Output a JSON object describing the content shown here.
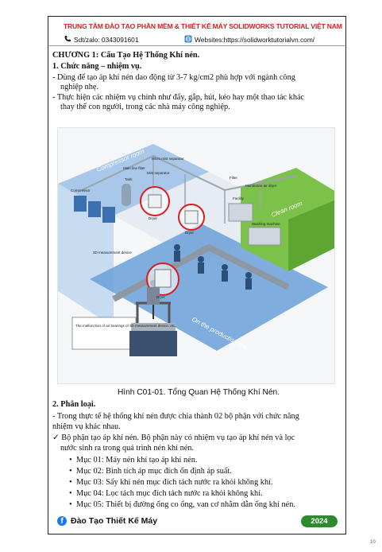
{
  "header": {
    "title": "TRUNG TÂM ĐÀO TẠO PHẦN MỀM & THIẾT KẾ MÁY SOLIDWORKS TUTORIAL VIỆT NAM",
    "phone": "Sdt/zalo: 0343091601",
    "website": "Websites:https://solidworktutorialvn.com/"
  },
  "chapter_title": "CHƯƠNG 1: Cấu Tạo Hệ Thống Khí nén.",
  "section1": {
    "heading": "1. Chức năng – nhiệm vụ.",
    "items": [
      "- Dùng để tạo áp khí nén dao động từ 3-7 kg/cm2 phù hợp với ngành công",
      "nghiệp nhẹ.",
      "- Thực hiện các nhiệm vụ chính như đẩy, gắp, hút, kéo hay một thao tác khác",
      "thay thế con người, trong các nhà máy công nghiệp."
    ]
  },
  "figure": {
    "labels": {
      "compressor_room": "Compressor room",
      "clean_room": "Clean room",
      "production_line": "On the production line",
      "compressor": "Compressor",
      "tank": "Tank",
      "main_line_filter": "Main line filter",
      "micro_mist": "Micro mist separator",
      "mist_sep": "Mist separator",
      "filter": "Filter",
      "membrane": "Membrane air dryer",
      "facility": "Facility",
      "washing": "Washing machine",
      "dryer1": "Dryer",
      "dryer2": "Dryer",
      "dryer3": "Dryer",
      "measure": "3D measurement device",
      "callout": "The malfunction of air bearings of 3D measurement device, etc."
    },
    "caption": "Hình C01-01. Tổng Quan Hệ Thống Khí Nén."
  },
  "section2": {
    "heading": "2. Phân loại.",
    "intro": [
      "- Trong thực tế hệ thống khí nén được chia thành 02 bộ phận với chức năng",
      "nhiệm vụ khác nhau."
    ],
    "part": [
      "✓ Bộ phận tạo áp khí nén. Bộ phận này có nhiệm vụ tạo áp khí nén và lọc",
      "nước sinh ra trong quá trình nén khí nén."
    ],
    "bullets": [
      "Mục 01: Máy nén khí tạo áp khí nén.",
      "Mục 02: Bình tích áp mục đích ổn định áp suất.",
      "Mục 03: Sấy khí nén mục đích tách nước ra khỏi không khí.",
      "Mục 04: Lọc tách mục đích tách nước ra khỏi không khí.",
      "Mục 05: Thiết bị đường ống co ống, van cơ nhằm dẫn ống khí nén."
    ]
  },
  "footer": {
    "facebook_label": "Đào Tạo Thiết Kế Máy",
    "year": "2024",
    "page_number": "10"
  },
  "colors": {
    "header_red": "#d42020",
    "facebook_blue": "#1877f2",
    "badge_green": "#2e8a2e",
    "room_green": "#7cc24a",
    "room_blue": "#6aa0d8",
    "highlight_circle": "#d81e1e"
  },
  "icons": [
    "phone-icon",
    "globe-icon",
    "facebook-icon",
    "check-icon"
  ]
}
